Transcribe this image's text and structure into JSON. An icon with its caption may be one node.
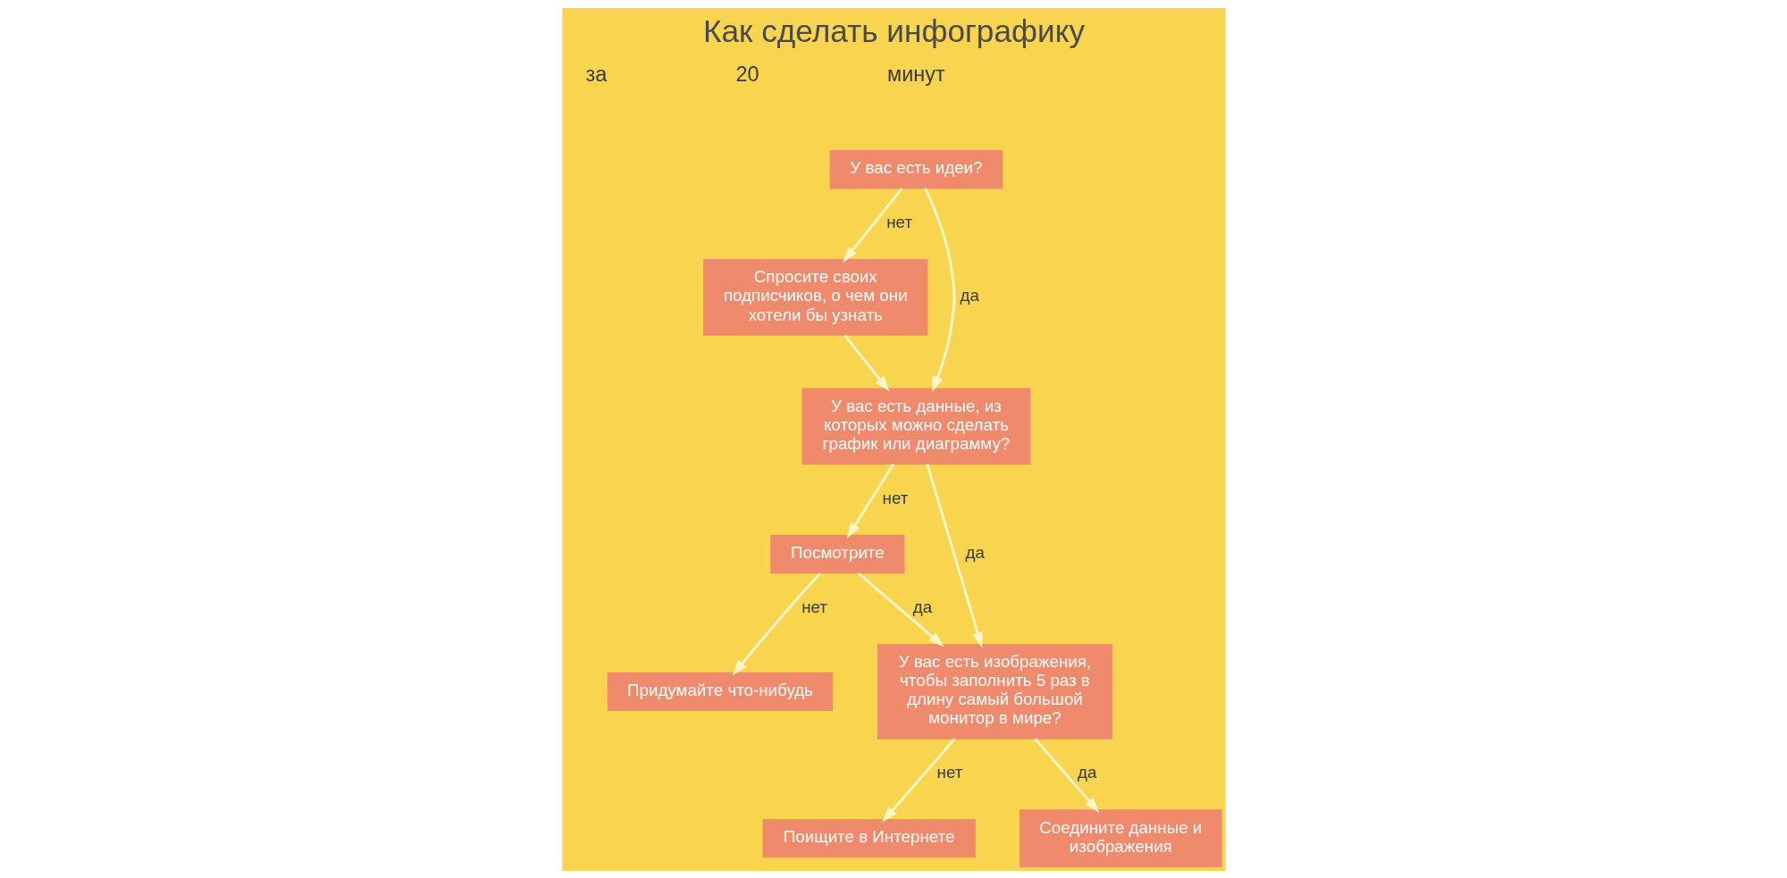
{
  "diagram": {
    "title": "Как сделать инфографику",
    "nodes": [
      {
        "text": [
          "У вас есть идеи?"
        ]
      },
      {
        "text": [
          "Спросите своих подписчиков, о чем они хотели бы узнать"
        ]
      },
      {
        "text": [
          "У вас есть данные, из которых можно сделать график или диаграмму?"
        ]
      },
      {
        "text": [
          "Посмотрите"
        ]
      },
      {
        "text": [
          "У вас есть изображения, чтобы заполнить 5 раз в длину самый большой монитор в мире?"
        ]
      },
      {
        "text": [
          "Придумайте что-нибудь"
        ]
      },
      {
        "text": [
          "Поищите в Интернете"
        ]
      },
      {
        "text": [
          "Соедините данные и изображения"
        ]
      }
    ],
    "edges": [
      {
        "from": 0,
        "to": 1,
        "arrow": "to",
        "label": "нет"
      },
      {
        "from": 0,
        "to": 2,
        "arrow": "to",
        "label": "да"
      },
      {
        "from": 1,
        "to": 2,
        "arrow": "to"
      },
      {
        "from": 2,
        "to": 3,
        "arrow": "to",
        "label": "нет"
      },
      {
        "from": 2,
        "to": 4,
        "arrow": "to",
        "label": "да"
      },
      {
        "from": 3,
        "to": 4,
        "arrow": "to",
        "label": "да"
      },
      {
        "from": 3,
        "to": 5,
        "arrow": "to",
        "label": "нет"
      },
      {
        "from": 4,
        "to": 6,
        "arrow": "to",
        "label": "нет"
      },
      {
        "from": 4,
        "to": 7,
        "arrow": "to",
        "label": "да"
      }
    ],
    "labels": [
      "за",
      "20",
      "минут"
    ]
  }
}
